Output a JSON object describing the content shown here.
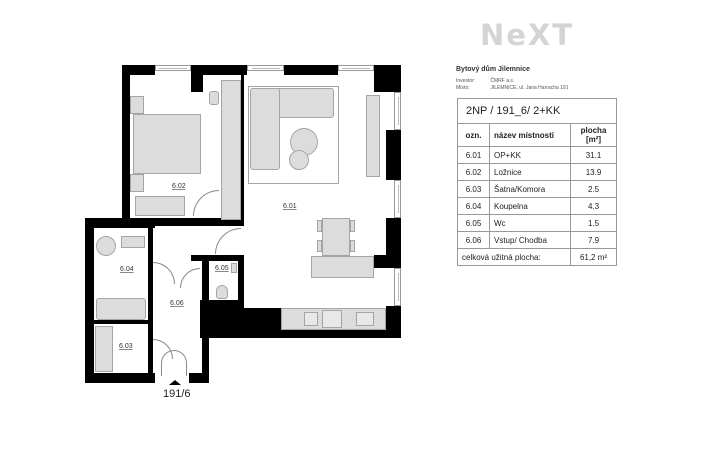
{
  "logo": {
    "text": "NeXT",
    "color": "#d4d4d4"
  },
  "project": {
    "title": "Bytový dům Jilemnice",
    "investor_label": "Investor:",
    "investor_value": "ČMRF a.s.",
    "location_label": "Místo:",
    "location_value": "JILEMNICE, ul. Jana Harracha 191"
  },
  "table": {
    "header": "2NP / 191_6/  2+KK",
    "columns": {
      "code": "ozn.",
      "name": "název místnosti",
      "area": "plocha [m²]"
    },
    "rows": [
      {
        "code": "6.01",
        "name": "OP+KK",
        "area": "31.1"
      },
      {
        "code": "6.02",
        "name": "Ložnice",
        "area": "13.9"
      },
      {
        "code": "6.03",
        "name": "Šatna/Komora",
        "area": "2.5"
      },
      {
        "code": "6.04",
        "name": "Koupelna",
        "area": "4.3"
      },
      {
        "code": "6.05",
        "name": "Wc",
        "area": "1.5"
      },
      {
        "code": "6.06",
        "name": "Vstup/ Chodba",
        "area": "7.9"
      }
    ],
    "total_label": "celková užitná plocha:",
    "total_value": "61,2 m²"
  },
  "plan": {
    "unit_label": "191/6",
    "rooms": {
      "r601": "6.01",
      "r602": "6.02",
      "r603": "6.03",
      "r604": "6.04",
      "r605": "6.05",
      "r606": "6.06"
    },
    "colors": {
      "wall": "#000000",
      "furniture": "#dcdcdc",
      "outline": "#a5a5a5"
    }
  }
}
